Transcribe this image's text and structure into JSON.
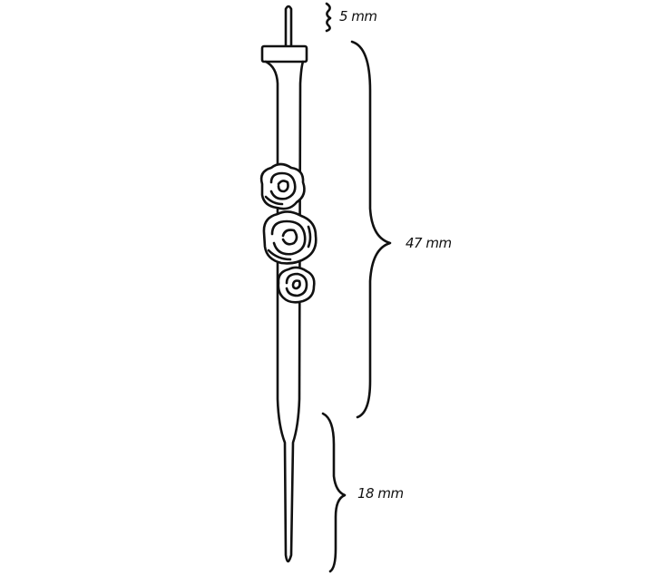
{
  "dimensions": {
    "top_pin": "5 mm",
    "middle_section": "47 mm",
    "bottom_section": "18 mm"
  },
  "colors": {
    "ink": "#111111",
    "background": "#ffffff"
  }
}
